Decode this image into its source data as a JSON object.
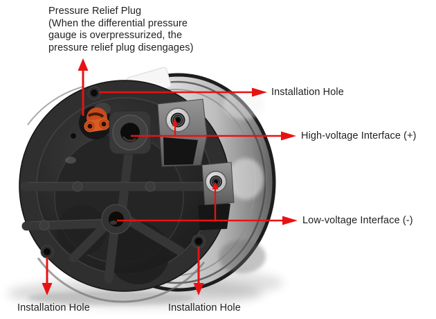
{
  "title": "Differential pressure gauge rear view — annotated diagram",
  "colors": {
    "background": "#ffffff",
    "arrow_red": "#e81212",
    "label_text": "#1f1f1f",
    "plug_orange": "#d0511f",
    "housing_black": "#262626",
    "case_metal": "#c2c2c2"
  },
  "annotations": {
    "pressure_relief": {
      "lines": [
        "Pressure Relief Plug",
        "(When the differential pressure",
        "gauge is overpressurized, the",
        "pressure relief plug disengages)"
      ]
    },
    "installation_hole_top": {
      "label": "Installation Hole"
    },
    "high_voltage": {
      "label": "High-voltage Interface (+)"
    },
    "low_voltage": {
      "label": "Low-voltage Interface (-)"
    },
    "installation_hole_bottom_left": {
      "label": "Installation Hole"
    },
    "installation_hole_bottom_center": {
      "label": "Installation Hole"
    }
  },
  "photo": {
    "subject": "Rear of a black differential pressure gauge housing with metal case",
    "features": [
      "pressure-relief-plug",
      "installation-hole-top",
      "installation-hole-bottom-left",
      "installation-hole-bottom-right",
      "high-voltage-port",
      "low-voltage-port"
    ]
  }
}
